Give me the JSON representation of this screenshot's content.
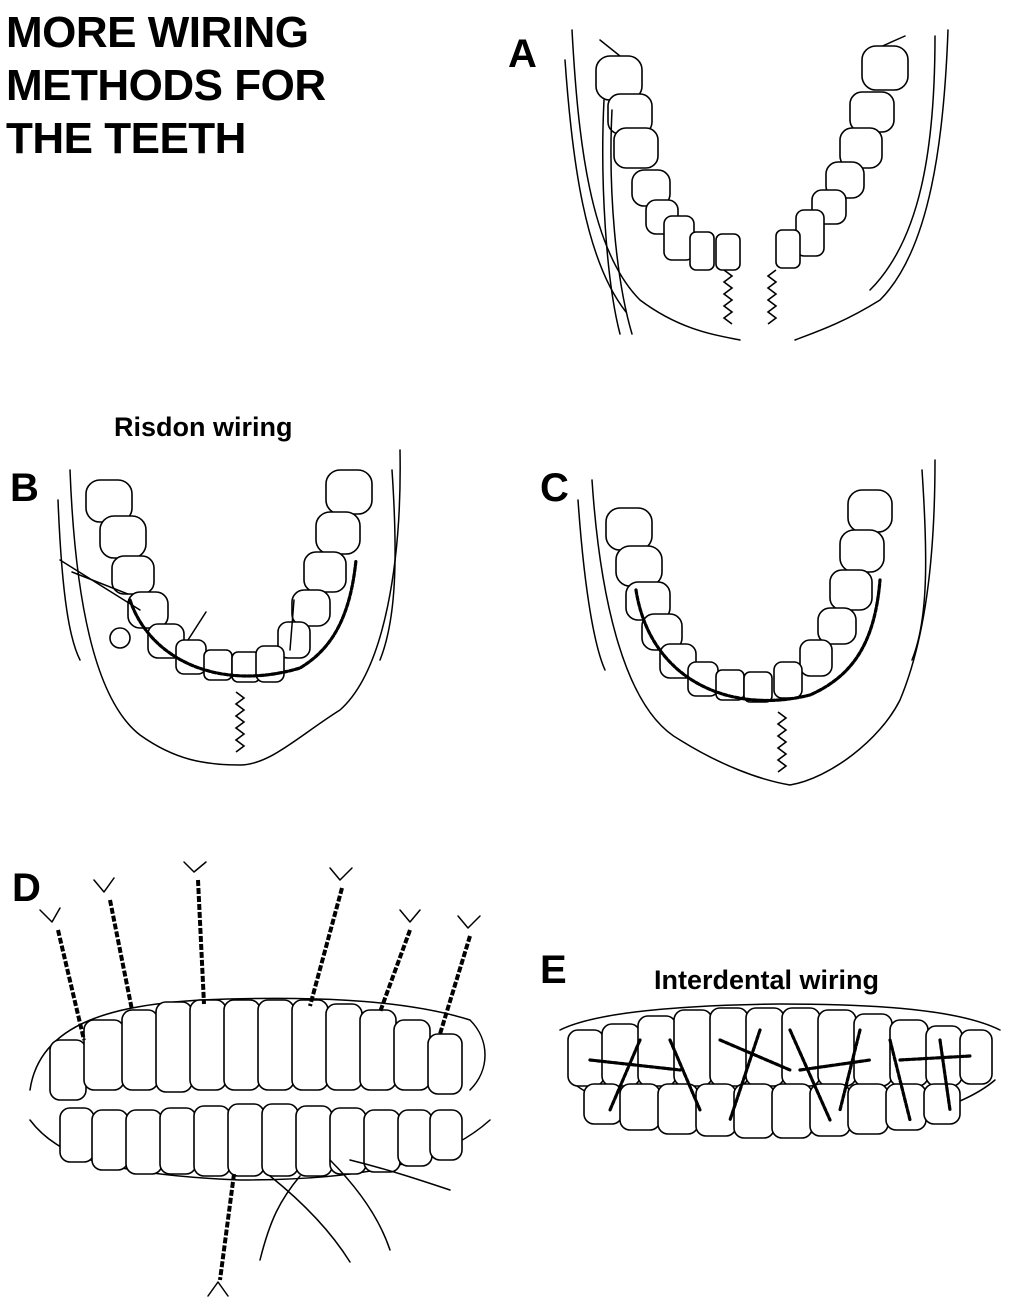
{
  "title": {
    "line1": "MORE WIRING",
    "line2": "METHODS FOR",
    "line3": "THE TEETH"
  },
  "panels": {
    "a": {
      "letter": "A"
    },
    "b": {
      "letter": "B",
      "caption": "Risdon wiring"
    },
    "c": {
      "letter": "C"
    },
    "d": {
      "letter": "D"
    },
    "e": {
      "letter": "E",
      "caption": "Interdental wiring"
    }
  }
}
